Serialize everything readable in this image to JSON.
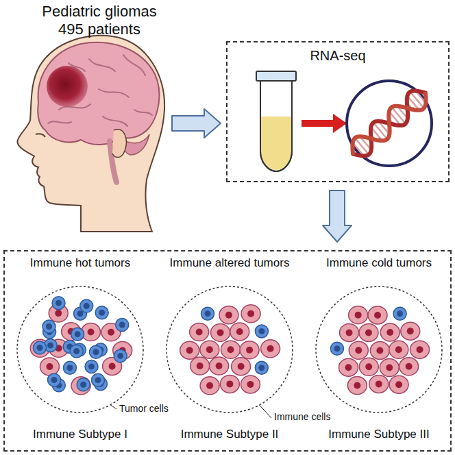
{
  "diagram": {
    "nodes": [
      {
        "text": [
          "Pediatric gliomas 495 patients"
        ]
      },
      {
        "text": [
          "RNA-seq"
        ]
      },
      {
        "text": []
      },
      {
        "text": [
          "Immune hot tumors",
          "Immune Subtype I"
        ],
        "in": 2
      },
      {
        "text": [
          "Immune altered tumors",
          "Immune Subtype II"
        ],
        "in": 2
      },
      {
        "text": [
          "Immune cold tumors",
          "Immune Subtype III"
        ],
        "in": 2
      }
    ],
    "edges": [
      {
        "from": 0,
        "to": 1,
        "arrow": "to"
      },
      {
        "from": 1,
        "to": 2,
        "arrow": "to"
      }
    ],
    "labels": [
      "Tumor cells",
      "Immune cells"
    ]
  }
}
